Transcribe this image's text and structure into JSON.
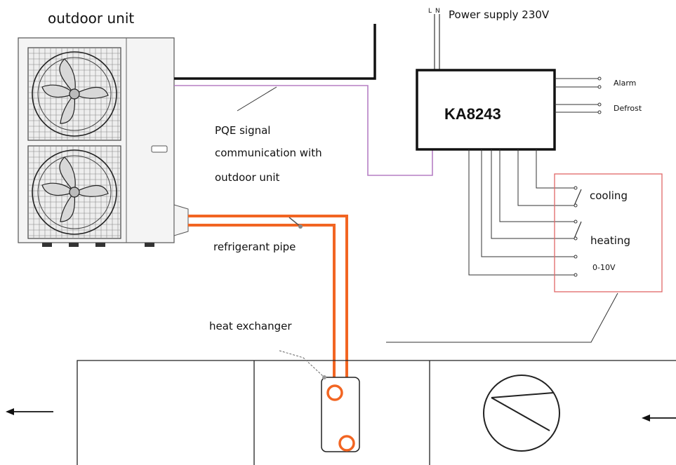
{
  "labels": {
    "outdoor_unit": "outdoor unit",
    "power_L": "L",
    "power_N": "N",
    "power_supply": "Power supply 230V",
    "controller": "KA8243",
    "alarm": "Alarm",
    "defrost": "Defrost",
    "pqe_line1": "PQE signal",
    "pqe_line2": "communication with",
    "pqe_line3": "outdoor unit",
    "cooling": "cooling",
    "heating": "heating",
    "analog": "0-10V",
    "refrigerant": "refrigerant pipe",
    "heat_exchanger": "heat exchanger"
  },
  "colors": {
    "refrigerant_pipe": "#f26522",
    "signal_wire": "#b57fc4",
    "control_box": "#e06666",
    "line": "#111111"
  }
}
